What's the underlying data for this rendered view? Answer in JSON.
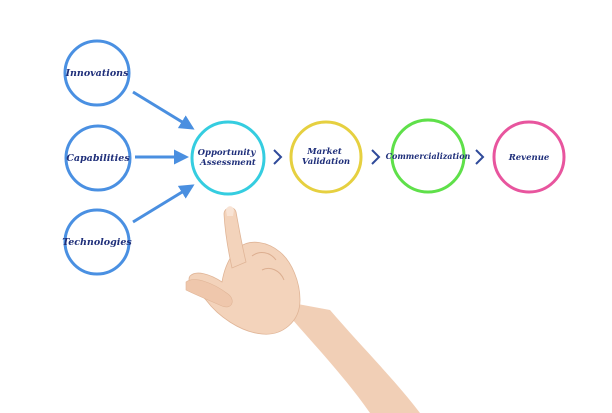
{
  "diagram": {
    "colors": {
      "blue": "#4a90e2",
      "cyan": "#35cde0",
      "yellow": "#e6d040",
      "green": "#5fe04a",
      "pink": "#e8559e",
      "text": "#1f2f7a",
      "arrow": "#4a8fe0",
      "chevron": "#2f4a9a"
    },
    "inputs": [
      {
        "label": "Innovations",
        "color": "#4a90e2"
      },
      {
        "label": "Capabilities",
        "color": "#4a90e2"
      },
      {
        "label": "Technologies",
        "color": "#4a90e2"
      }
    ],
    "steps": [
      {
        "lines": [
          "Opportunity",
          "Assessment"
        ],
        "color": "#35cde0"
      },
      {
        "lines": [
          "Market",
          "Validation"
        ],
        "color": "#e6d040"
      },
      {
        "lines": [
          "Commercialization"
        ],
        "color": "#5fe04a"
      },
      {
        "lines": [
          "Revenue"
        ],
        "color": "#e8559e"
      }
    ]
  }
}
